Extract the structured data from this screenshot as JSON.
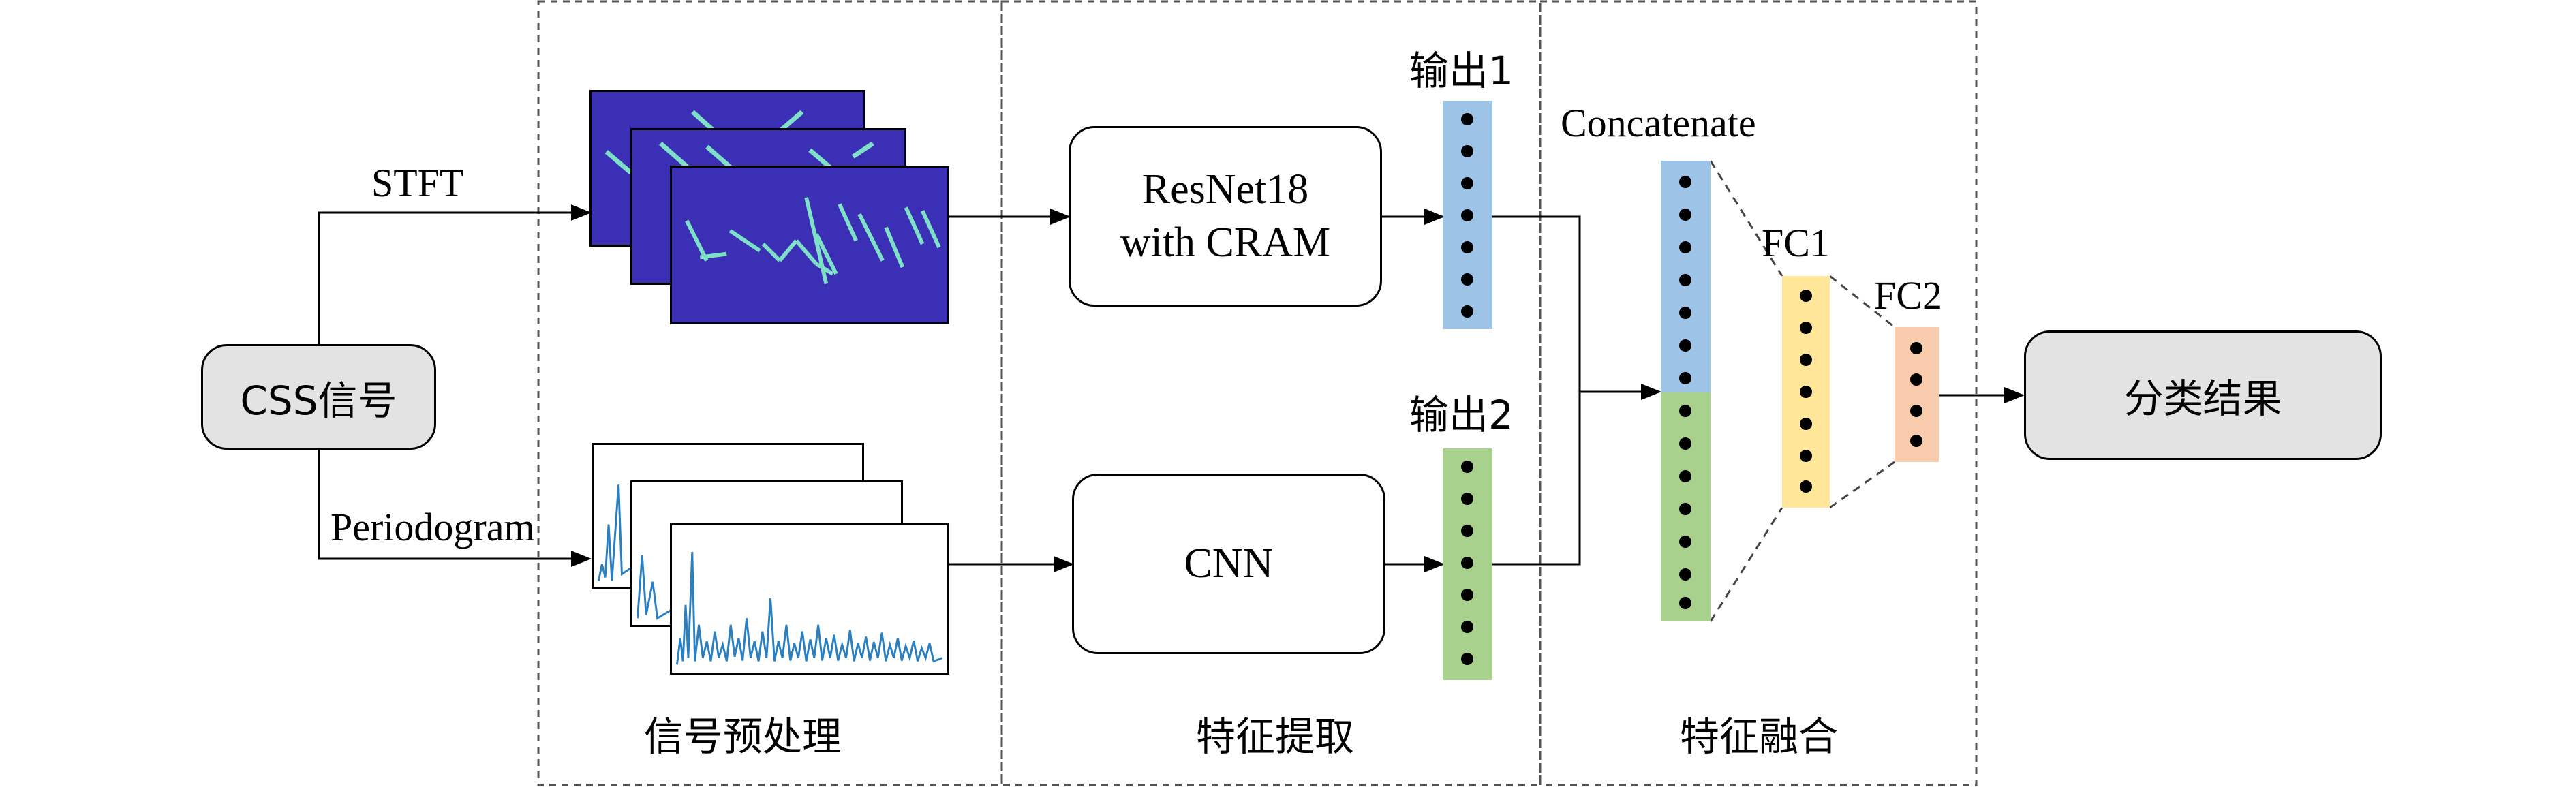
{
  "input": {
    "label": "CSS信号"
  },
  "branches": {
    "top_label": "STFT",
    "bottom_label": "Periodogram"
  },
  "models": {
    "top_line1": "ResNet18",
    "top_line2": "with CRAM",
    "bottom": "CNN"
  },
  "outputs": {
    "top_label": "输出1",
    "bottom_label": "输出2"
  },
  "fusion": {
    "concat_label": "Concatenate",
    "fc1_label": "FC1",
    "fc2_label": "FC2"
  },
  "result": {
    "label": "分类结果"
  },
  "sections": {
    "preprocess": "信号预处理",
    "extract": "特征提取",
    "fusion": "特征融合"
  },
  "colors": {
    "output1": "#9dc3e6",
    "output2": "#a9d18e",
    "fc1": "#ffe699",
    "fc2": "#f8cbad",
    "spectrogram_bg": "#3a2fb5",
    "spectrogram_line": "#7fe0c8",
    "periodogram_line": "#2a7fc1",
    "gray_box": "#e3e3e3"
  }
}
